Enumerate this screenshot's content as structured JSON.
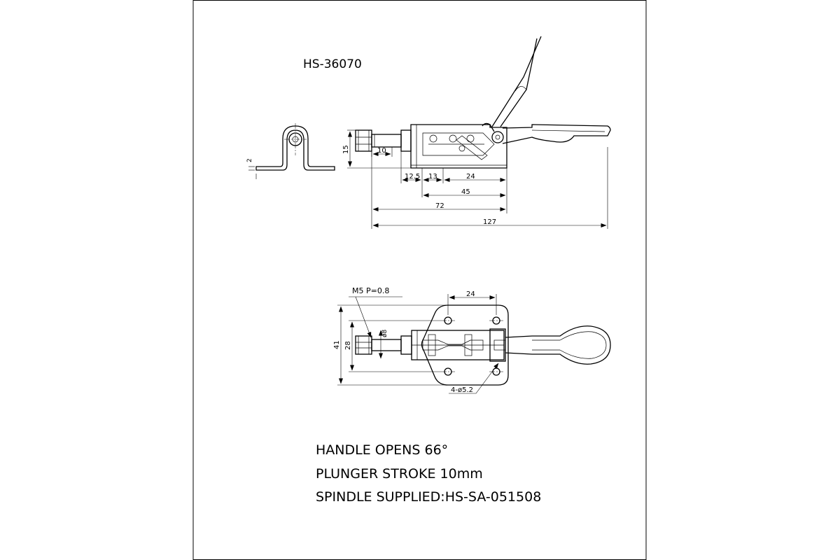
{
  "title": "HS-36070",
  "notes": [
    "HANDLE OPENS 66°",
    "PLUNGER STROKE 10mm",
    "SPINDLE SUPPLIED:HS-SA-051508"
  ],
  "side_view": {
    "dims": {
      "bracket_thickness": "2",
      "height": "15",
      "stroke": "10",
      "d_12_5": "12.5",
      "d_13": "13",
      "d_24": "24",
      "d_45": "45",
      "d_72": "72",
      "d_127": "127"
    }
  },
  "top_view": {
    "thread": "M5  P=0.8",
    "dims": {
      "hole_spacing": "24",
      "overall_width": "41",
      "hole_pitch": "28",
      "plunger_dia": "ø8",
      "holes": "4-ø5.2"
    }
  }
}
